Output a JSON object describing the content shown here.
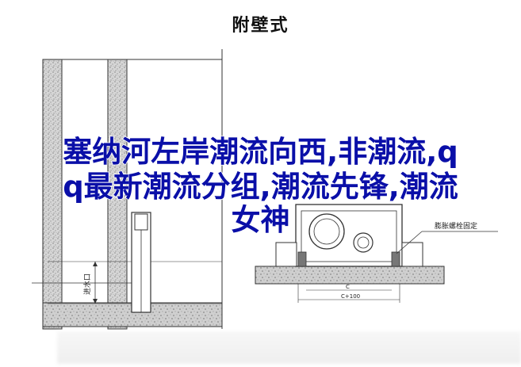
{
  "diagram": {
    "title": "附壁式",
    "labels": {
      "inlet": "进水口",
      "expansion_bolt": "膨胀螺栓固定",
      "dim_c": "C",
      "dim_c100": "C+100"
    }
  },
  "overlay": {
    "line1": "塞纳河左岸潮流向西,非潮流,q",
    "line2": "q最新潮流分组,潮流先锋,潮流",
    "line3": "女神"
  }
}
